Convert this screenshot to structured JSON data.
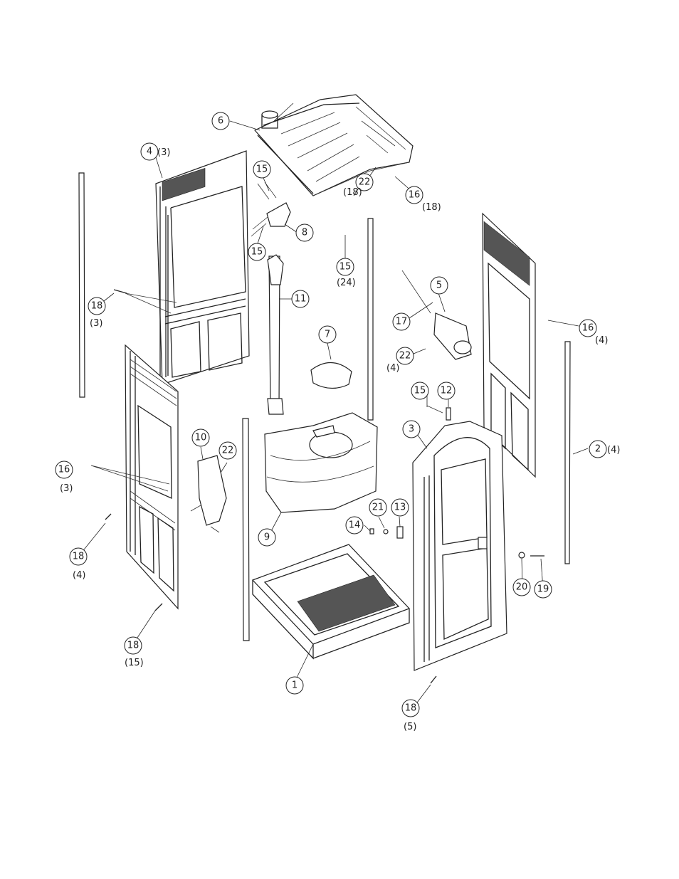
{
  "callouts": [
    {
      "id": "c1",
      "num": "1",
      "qty": ""
    },
    {
      "id": "c2",
      "num": "2",
      "qty": "(4)"
    },
    {
      "id": "c3",
      "num": "3",
      "qty": ""
    },
    {
      "id": "c4",
      "num": "4",
      "qty": "(3)"
    },
    {
      "id": "c5",
      "num": "5",
      "qty": ""
    },
    {
      "id": "c6",
      "num": "6",
      "qty": ""
    },
    {
      "id": "c7",
      "num": "7",
      "qty": ""
    },
    {
      "id": "c8",
      "num": "8",
      "qty": ""
    },
    {
      "id": "c9",
      "num": "9",
      "qty": ""
    },
    {
      "id": "c10",
      "num": "10",
      "qty": ""
    },
    {
      "id": "c11",
      "num": "11",
      "qty": ""
    },
    {
      "id": "c12",
      "num": "12",
      "qty": ""
    },
    {
      "id": "c13",
      "num": "13",
      "qty": ""
    },
    {
      "id": "c14",
      "num": "14",
      "qty": ""
    },
    {
      "id": "c15a",
      "num": "15",
      "qty": ""
    },
    {
      "id": "c15b",
      "num": "15",
      "qty": ""
    },
    {
      "id": "c15c",
      "num": "15",
      "qty": "(24)"
    },
    {
      "id": "c15d",
      "num": "15",
      "qty": ""
    },
    {
      "id": "c16a",
      "num": "16",
      "qty": "(18)"
    },
    {
      "id": "c16b",
      "num": "16",
      "qty": "(4)"
    },
    {
      "id": "c16c",
      "num": "16",
      "qty": "(3)"
    },
    {
      "id": "c17",
      "num": "17",
      "qty": ""
    },
    {
      "id": "c18a",
      "num": "18",
      "qty": "(3)"
    },
    {
      "id": "c18b",
      "num": "18",
      "qty": "(4)"
    },
    {
      "id": "c18c",
      "num": "18",
      "qty": "(15)"
    },
    {
      "id": "c18d",
      "num": "18",
      "qty": "(5)"
    },
    {
      "id": "c19",
      "num": "19",
      "qty": ""
    },
    {
      "id": "c20",
      "num": "20",
      "qty": ""
    },
    {
      "id": "c21",
      "num": "21",
      "qty": ""
    },
    {
      "id": "c22a",
      "num": "22",
      "qty": "(18)"
    },
    {
      "id": "c22b",
      "num": "22",
      "qty": "(4)"
    },
    {
      "id": "c22c",
      "num": "22",
      "qty": ""
    }
  ]
}
